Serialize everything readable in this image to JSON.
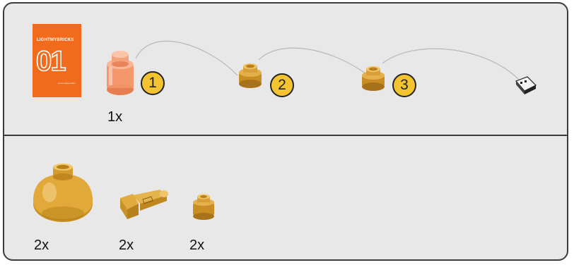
{
  "booklet": {
    "brand": "LIGHTMYBRICKS",
    "number": "01",
    "subtext": "Lorem ipsum dolor"
  },
  "top_section": {
    "steps": [
      {
        "label": "1"
      },
      {
        "label": "2"
      },
      {
        "label": "3"
      }
    ],
    "quantity": "1x"
  },
  "bottom_section": {
    "parts": [
      {
        "name": "dome-piece",
        "quantity": "2x"
      },
      {
        "name": "clip-piece",
        "quantity": "2x"
      },
      {
        "name": "round-plate",
        "quantity": "2x"
      }
    ]
  },
  "colors": {
    "background": "#e8e8e9",
    "border": "#3c3c3c",
    "booklet_orange": "#f26a1b",
    "badge_yellow": "#f4c430",
    "gold": "#d19a2b",
    "transparent_orange": "#f08a5a"
  }
}
